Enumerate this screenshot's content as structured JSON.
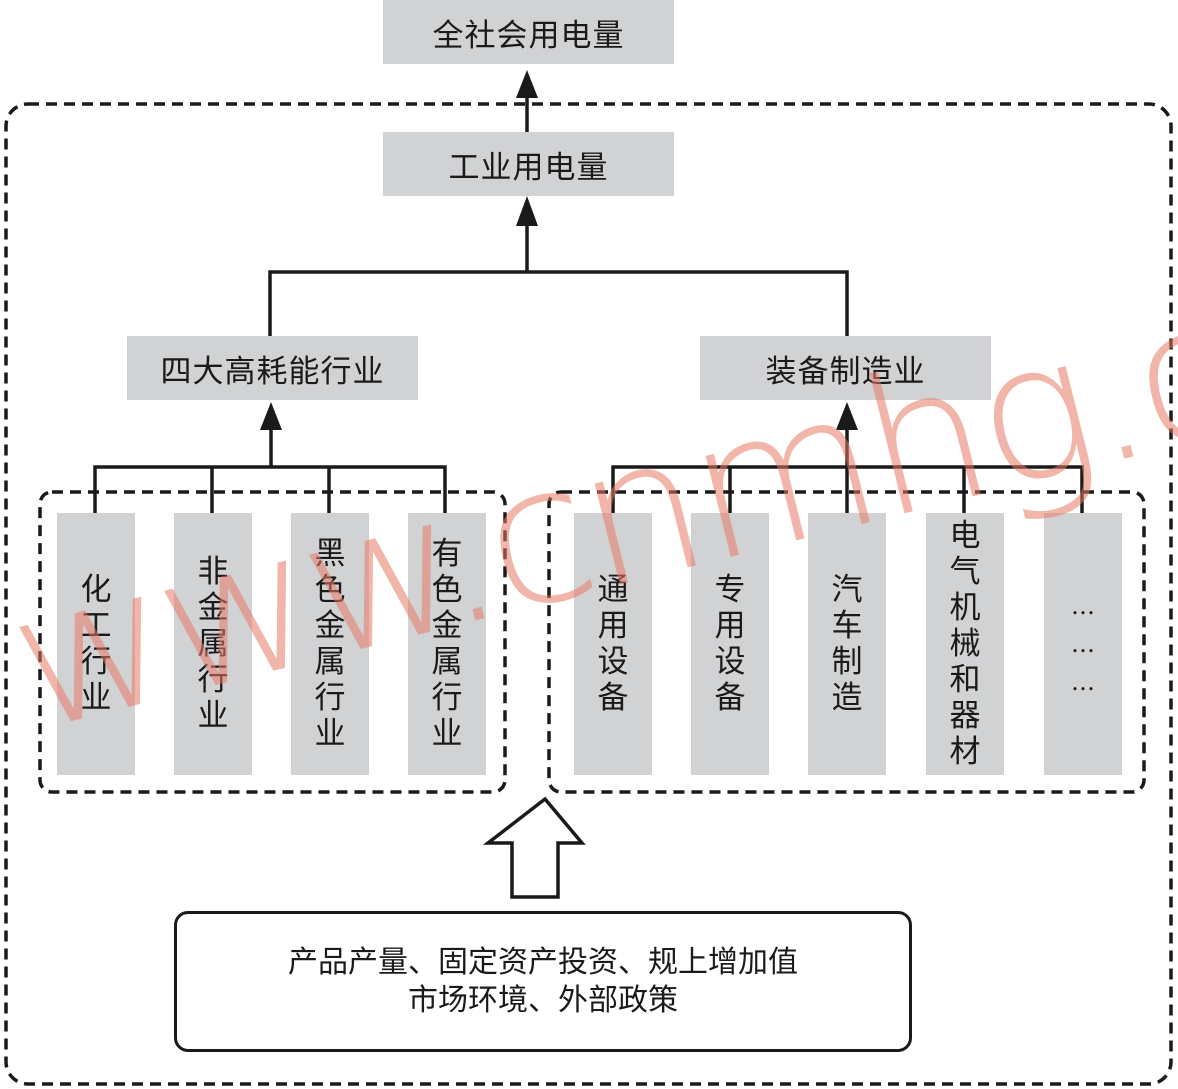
{
  "diagram": {
    "top": {
      "label": "全社会用电量"
    },
    "industrial": {
      "label": "工业用电量"
    },
    "groups": [
      {
        "label": "四大高耗能行业",
        "children": [
          {
            "label": "化工行业"
          },
          {
            "label": "非金属行业"
          },
          {
            "label": "黑色金属行业"
          },
          {
            "label": "有色金属行业"
          }
        ]
      },
      {
        "label": "装备制造业",
        "children": [
          {
            "label": "通用设备"
          },
          {
            "label": "专用设备"
          },
          {
            "label": "汽车制造"
          },
          {
            "label": "电气机械和器材"
          },
          {
            "label": "………"
          }
        ]
      }
    ],
    "factors": {
      "line1": "产品产量、固定资产投资、规上增加值",
      "line2": "市场环境、外部政策"
    }
  },
  "watermark": {
    "text": "www.cnmhg.com"
  },
  "colors": {
    "box_fill": "#d1d2d4",
    "line": "#1a1a1a",
    "watermark": "#e87864"
  }
}
